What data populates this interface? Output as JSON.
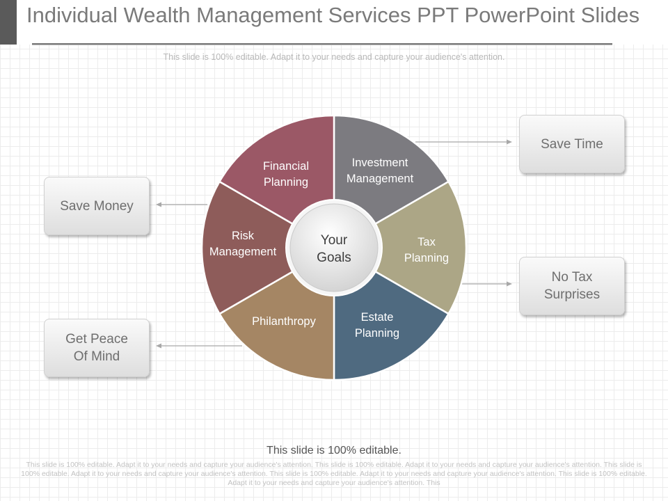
{
  "title": "Individual Wealth Management Services PPT PowerPoint Slides",
  "subtitle": "This slide is 100% editable. Adapt it to your needs and capture your audience's attention.",
  "center": "Your\nGoals",
  "segments": [
    {
      "label": "Investment\nManagement",
      "color": "#7c7b80"
    },
    {
      "label": "Tax\nPlanning",
      "color": "#aca686"
    },
    {
      "label": "Estate\nPlanning",
      "color": "#4f6a80"
    },
    {
      "label": "Philanthropy",
      "color": "#a58664"
    },
    {
      "label": "Risk\nManagement",
      "color": "#8e5c5a"
    },
    {
      "label": "Financial\nPlanning",
      "color": "#9b5866"
    }
  ],
  "callouts": {
    "save_money": "Save Money",
    "get_peace": "Get Peace\nOf Mind",
    "save_time": "Save Time",
    "no_tax": "No Tax\nSurprises"
  },
  "footer": {
    "main": "This slide is 100% editable.",
    "fine": "This slide is 100% editable. Adapt it to your needs and capture your audience's attention. This slide is 100% editable. Adapt it to your needs and capture your audience's attention. This slide is 100% editable. Adapt it to your needs and capture your audience's attention. This slide is 100% editable. Adapt it to your needs and capture your audience's attention. This slide is 100% editable. Adapt it to your needs and capture your audience's attention. This"
  }
}
